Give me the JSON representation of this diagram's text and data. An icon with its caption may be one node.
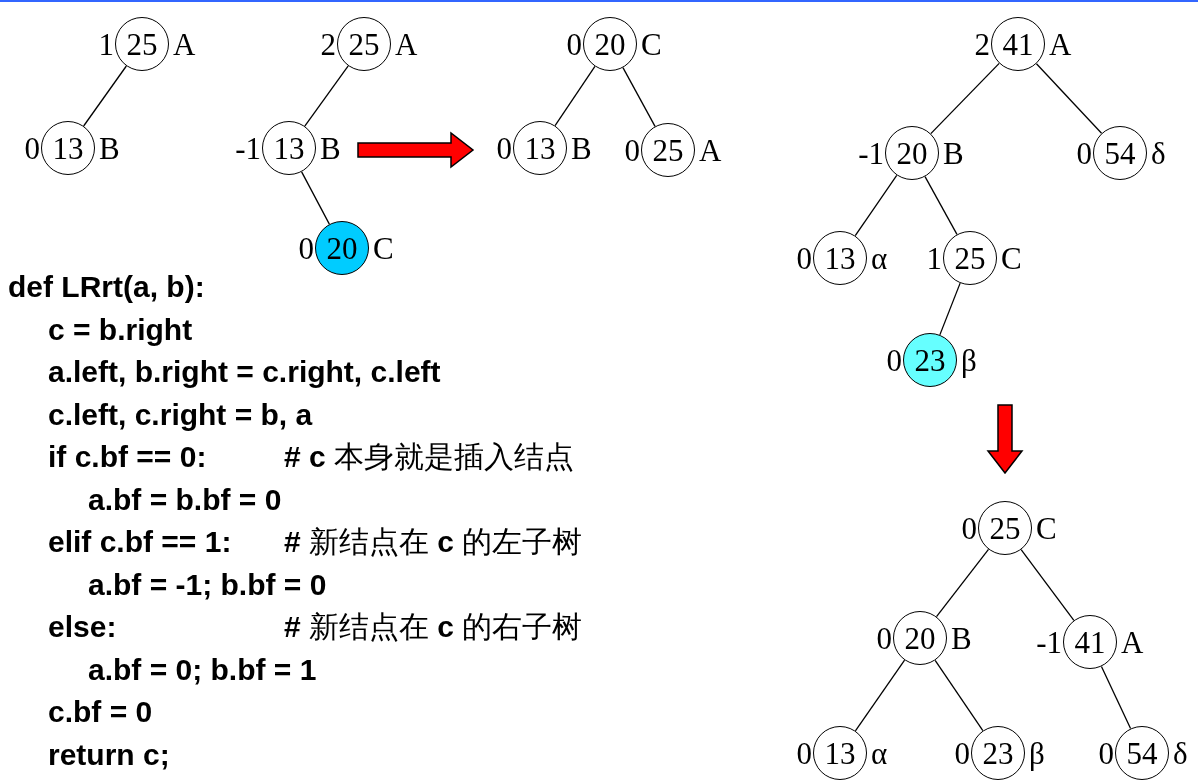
{
  "diagram": {
    "nodes": [
      {
        "text": [
          "25"
        ],
        "beside": [
          "1",
          "A"
        ]
      },
      {
        "text": [
          "13"
        ],
        "beside": [
          "0",
          "B"
        ]
      },
      {
        "text": [
          "25"
        ],
        "beside": [
          "2",
          "A"
        ]
      },
      {
        "text": [
          "13"
        ],
        "beside": [
          "-1",
          "B"
        ]
      },
      {
        "text": [
          "20"
        ],
        "beside": [
          "0",
          "C"
        ]
      },
      {
        "text": [
          "20"
        ],
        "beside": [
          "0",
          "C"
        ]
      },
      {
        "text": [
          "13"
        ],
        "beside": [
          "0",
          "B"
        ]
      },
      {
        "text": [
          "25"
        ],
        "beside": [
          "0",
          "A"
        ]
      },
      {
        "text": [
          "41"
        ],
        "beside": [
          "2",
          "A"
        ]
      },
      {
        "text": [
          "20"
        ],
        "beside": [
          "-1",
          "B"
        ]
      },
      {
        "text": [
          "54"
        ],
        "beside": [
          "0",
          "δ"
        ]
      },
      {
        "text": [
          "13"
        ],
        "beside": [
          "0",
          "α"
        ]
      },
      {
        "text": [
          "25"
        ],
        "beside": [
          "1",
          "C"
        ]
      },
      {
        "text": [
          "23"
        ],
        "beside": [
          "0",
          "β"
        ]
      },
      {
        "text": [
          "25"
        ],
        "beside": [
          "0",
          "C"
        ]
      },
      {
        "text": [
          "20"
        ],
        "beside": [
          "0",
          "B"
        ]
      },
      {
        "text": [
          "41"
        ],
        "beside": [
          "-1",
          "A"
        ]
      },
      {
        "text": [
          "13"
        ],
        "beside": [
          "0",
          "α"
        ]
      },
      {
        "text": [
          "23"
        ],
        "beside": [
          "0",
          "β"
        ]
      },
      {
        "text": [
          "54"
        ],
        "beside": [
          "0",
          "δ"
        ]
      }
    ],
    "edges": [
      {
        "from": 0,
        "to": 1,
        "arrow": "none"
      },
      {
        "from": 2,
        "to": 3,
        "arrow": "none"
      },
      {
        "from": 3,
        "to": 4,
        "arrow": "none"
      },
      {
        "from": 3,
        "to": 6,
        "arrow": "to",
        "style": "thick",
        "color": "#ff0000"
      },
      {
        "from": 5,
        "to": 6,
        "arrow": "none"
      },
      {
        "from": 5,
        "to": 7,
        "arrow": "none"
      },
      {
        "from": 8,
        "to": 9,
        "arrow": "none"
      },
      {
        "from": 8,
        "to": 10,
        "arrow": "none"
      },
      {
        "from": 9,
        "to": 11,
        "arrow": "none"
      },
      {
        "from": 9,
        "to": 12,
        "arrow": "none"
      },
      {
        "from": 12,
        "to": 13,
        "arrow": "none"
      },
      {
        "from": 13,
        "to": 14,
        "arrow": "to",
        "style": "thick",
        "color": "#ff0000"
      },
      {
        "from": 14,
        "to": 15,
        "arrow": "none"
      },
      {
        "from": 14,
        "to": 16,
        "arrow": "none"
      },
      {
        "from": 15,
        "to": 17,
        "arrow": "none"
      },
      {
        "from": 15,
        "to": 18,
        "arrow": "none"
      },
      {
        "from": 16,
        "to": 19,
        "arrow": "none"
      }
    ],
    "labels": [
      "def LRrt(a, b):",
      "c = b.right",
      "a.left, b.right = c.right, c.left",
      "c.left, c.right = b, a",
      "if c.bf == 0:",
      "**# c** 本身就是插入结点",
      "a.bf = b.bf = 0",
      "elif c.bf == 1:",
      "**#** 新结点在 **c** 的左子树",
      "a.bf = -1; b.bf = 0",
      "else:",
      "**#** 新结点在 **c** 的右子树",
      "a.bf = 0; b.bf = 1",
      "c.bf = 0",
      "return c;"
    ]
  }
}
